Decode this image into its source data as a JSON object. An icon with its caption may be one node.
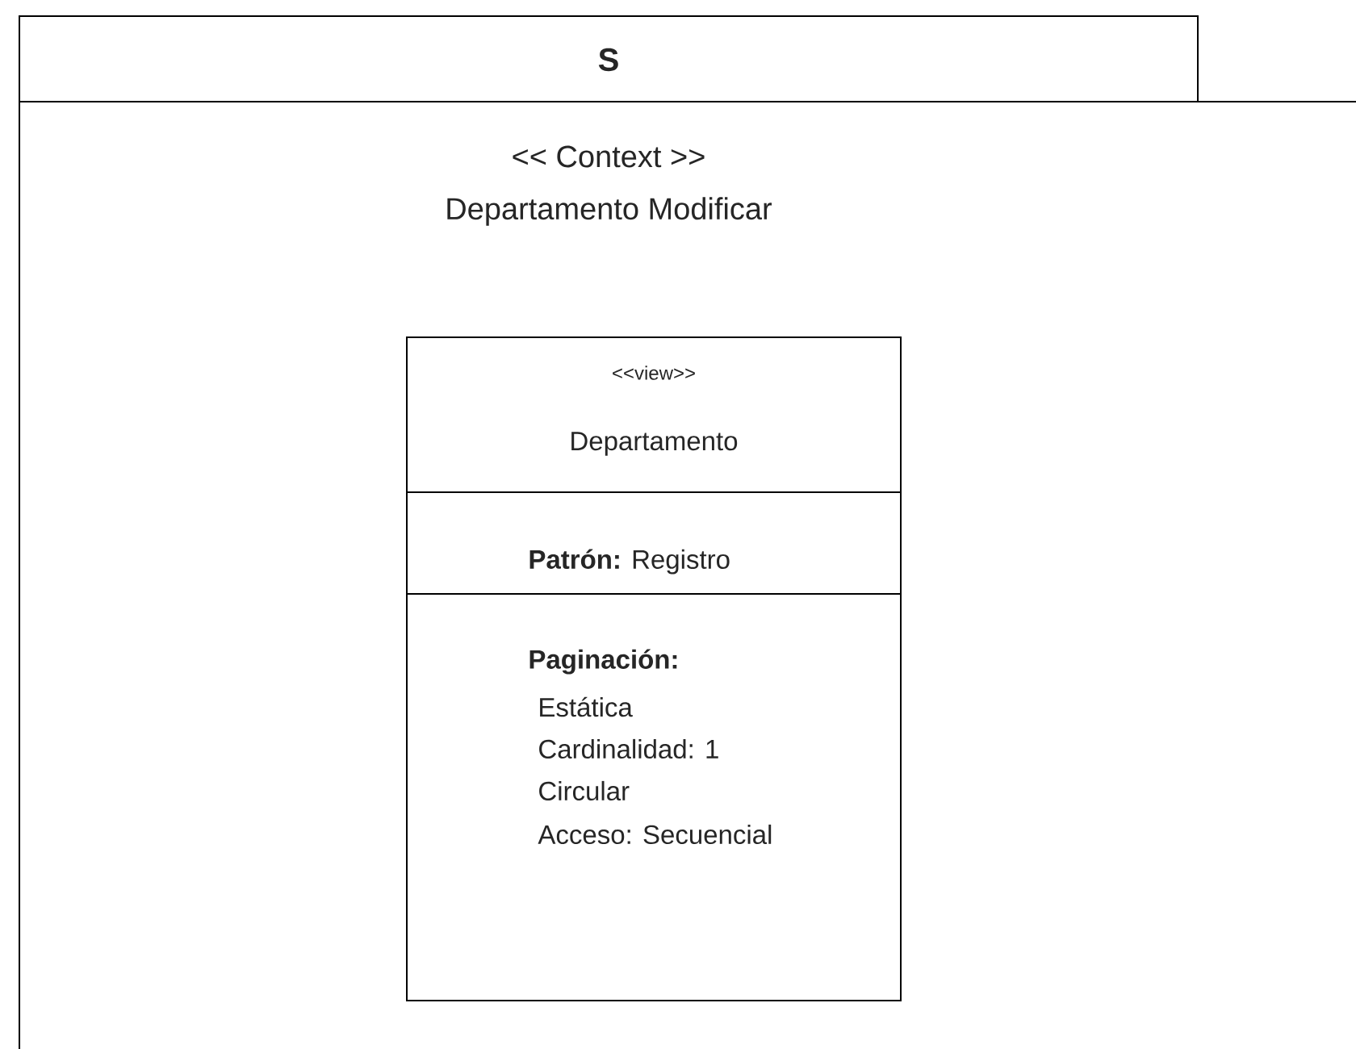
{
  "diagram": {
    "nodes": [
      {
        "text": [
          "S",
          "<< Context >>",
          "Departamento Modificar"
        ]
      },
      {
        "text": [
          "<<view>>",
          "Departamento",
          "**Patrón:** Registro",
          "Paginación:",
          "Estática",
          "Cardinalidad: 1",
          "Circular",
          "Acceso: Secuencial"
        ],
        "in": 0
      }
    ]
  }
}
